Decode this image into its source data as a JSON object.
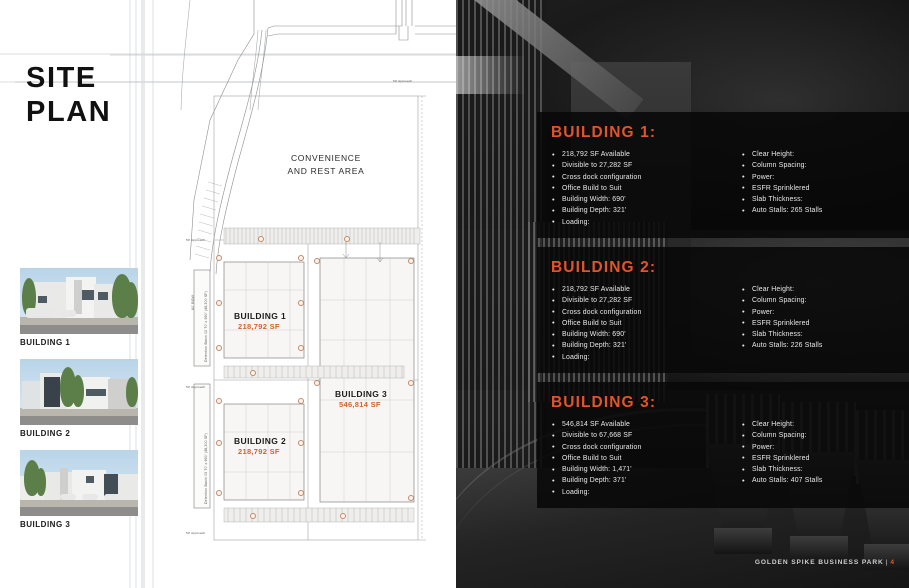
{
  "page": {
    "title_line1": "SITE",
    "title_line2": "PLAN",
    "accent_color": "#E0552C",
    "dark_panel_color": "#080808",
    "background_color": "#FFFFFF"
  },
  "thumbnails": [
    {
      "label": "BUILDING 1",
      "image_name": "building-1-rendering"
    },
    {
      "label": "BUILDING 2",
      "image_name": "building-2-rendering"
    },
    {
      "label": "BUILDING 3",
      "image_name": "building-3-rendering"
    }
  ],
  "siteplan": {
    "area_label": "CONVENIENCE\nAND REST AREA",
    "area_label_l1": "CONVENIENCE",
    "area_label_l2": "AND REST AREA",
    "buildings": [
      {
        "name": "BUILDING 1",
        "sf": "218,792 SF"
      },
      {
        "name": "BUILDING 2",
        "sf": "218,792 SF"
      },
      {
        "name": "BUILDING 3",
        "sf": "546,814 SF"
      }
    ],
    "annotations": [
      {
        "text": "50' Approach"
      },
      {
        "text": "50' Approach"
      },
      {
        "text": "50' Approach"
      },
      {
        "text": "50' Approach"
      },
      {
        "text": "60' ROW"
      },
      {
        "text": "Detention Basin 01 (48,300 SF)"
      },
      {
        "text": "Detention Basin 02  70' x 690' (48,300 SF)"
      },
      {
        "text": "Detention Basin 03  70' x 690' (48,300 SF)"
      }
    ]
  },
  "specs": [
    {
      "title": "BUILDING 1:",
      "left": [
        "218,792 SF Available",
        "Divisible to  27,282 SF",
        "Cross dock configuration",
        "Office Build to Suit",
        "Building Width: 690'",
        "Building Depth: 321'",
        "Loading:"
      ],
      "right": [
        "Clear Height:",
        "Column Spacing:",
        "Power:",
        "ESFR Sprinklered",
        "Slab Thickness:",
        "Auto Stalls: 265 Stalls"
      ]
    },
    {
      "title": "BUILDING 2:",
      "left": [
        "218,792 SF Available",
        "Divisible to  27,282 SF",
        "Cross dock configuration",
        "Office Build to Suit",
        "Building Width: 690'",
        "Building Depth: 321'",
        "Loading:"
      ],
      "right": [
        "Clear Height:",
        "Column Spacing:",
        "Power:",
        "ESFR Sprinklered",
        "Slab Thickness:",
        "Auto Stalls: 226 Stalls"
      ]
    },
    {
      "title": "BUILDING 3:",
      "left": [
        "546,814 SF Available",
        "Divisible to  67,668 SF",
        "Cross dock configuration",
        "Office Build to Suit",
        "Building Width: 1,471'",
        "Building Depth: 371'",
        "Loading:"
      ],
      "right": [
        "Clear Height:",
        "Column Spacing:",
        "Power:",
        "ESFR Sprinklered",
        "Slab Thickness:",
        "Auto Stalls: 407 Stalls"
      ]
    }
  ],
  "footer": {
    "brand": "GOLDEN SPIKE BUSINESS PARK",
    "separator": "|",
    "page_number": "4"
  }
}
